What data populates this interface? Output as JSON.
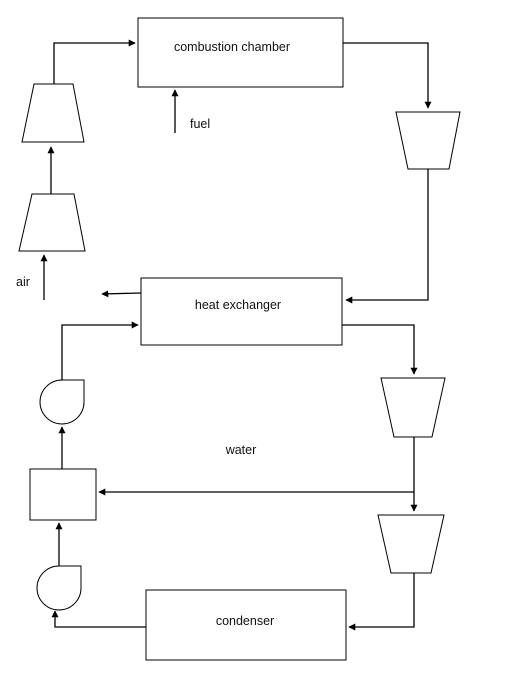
{
  "labels": {
    "combustion_chamber": "combustion chamber",
    "fuel": "fuel",
    "air": "air",
    "heat_exchanger": "heat exchanger",
    "water": "water",
    "condenser": "condenser"
  }
}
